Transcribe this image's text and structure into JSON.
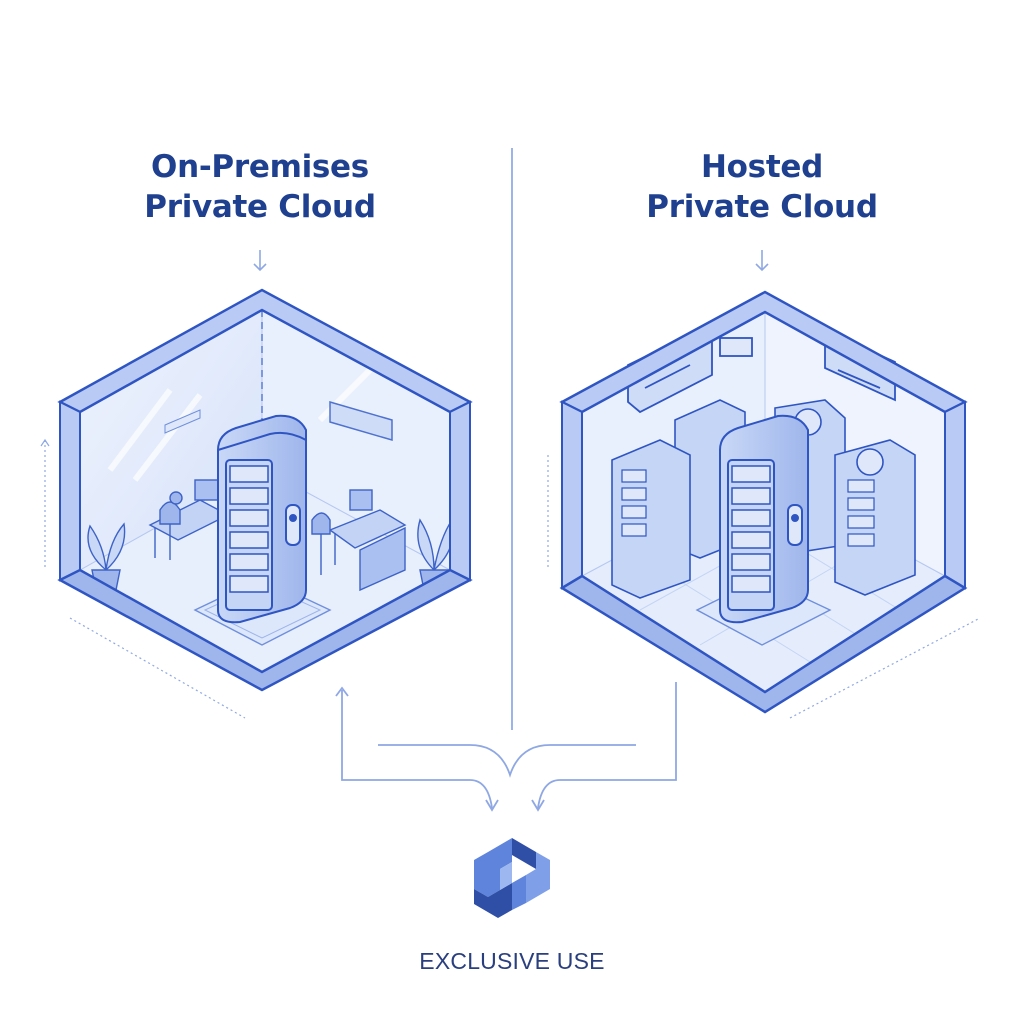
{
  "left_panel": {
    "title_line1": "On-Premises",
    "title_line2": "Private Cloud"
  },
  "right_panel": {
    "title_line1": "Hosted",
    "title_line2": "Private Cloud"
  },
  "footer": {
    "label": "EXCLUSIVE USE",
    "logo_icon": "interlocking-hexagon-logo-icon"
  },
  "colors": {
    "title": "#1f3f8f",
    "line": "#3a5fc4",
    "fill": "#dbe6fb",
    "accent": "#2f55c3"
  }
}
